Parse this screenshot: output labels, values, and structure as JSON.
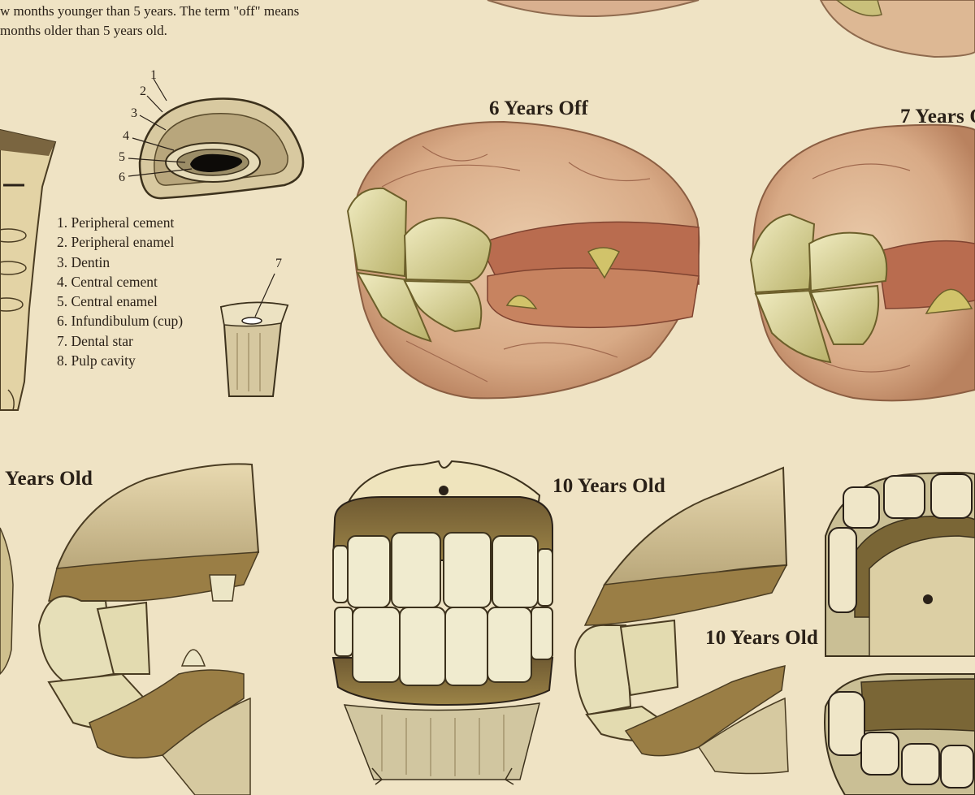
{
  "intro_text": {
    "line1": "w months younger than 5 years. The term \"off\" means",
    "line2": " months older than 5 years old."
  },
  "headings": {
    "six_years_off": "6 Years Off",
    "seven_years_partial": "7 Years O",
    "years_old_partial": "Years Old",
    "ten_years_old_top": "10 Years Old",
    "ten_years_old_side": "10 Years Old"
  },
  "cross_section_callouts": [
    "1",
    "2",
    "3",
    "4",
    "5",
    "6"
  ],
  "tooth_callout": "7",
  "legend": [
    "1. Peripheral cement",
    "2. Peripheral enamel",
    "3. Dentin",
    "4. Central cement",
    "5. Central enamel",
    "6. Infundibulum (cup)",
    "7. Dental star",
    "8. Pulp cavity"
  ],
  "colors": {
    "paper": "#efe3c4",
    "ink": "#2a2118",
    "gum": "#b9775a",
    "tooth": "#e8e2a6",
    "engraving": "#8d7c55"
  }
}
